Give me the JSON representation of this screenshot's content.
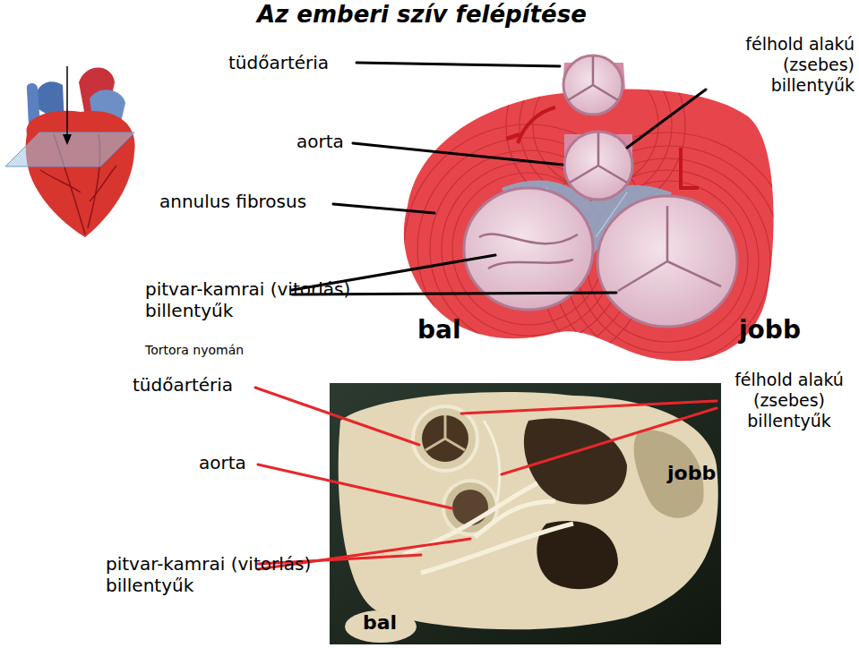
{
  "diagram": {
    "title": "Az emberi szív felépítése",
    "labels": [
      "tüdőartéria",
      "aorta",
      "annulus fibrosus",
      "pitvar-kamrai (vitorlás) billentyűk",
      "Tortora nyomán",
      "félhold alakú (zsebes) billentyűk",
      "bal",
      "jobb",
      "tüdőartéria",
      "aorta",
      "jobb",
      "félhold alakú (zsebes) billentyűk",
      "pitvar-kamrai (vitorlás) billentyűk",
      "bal"
    ]
  }
}
